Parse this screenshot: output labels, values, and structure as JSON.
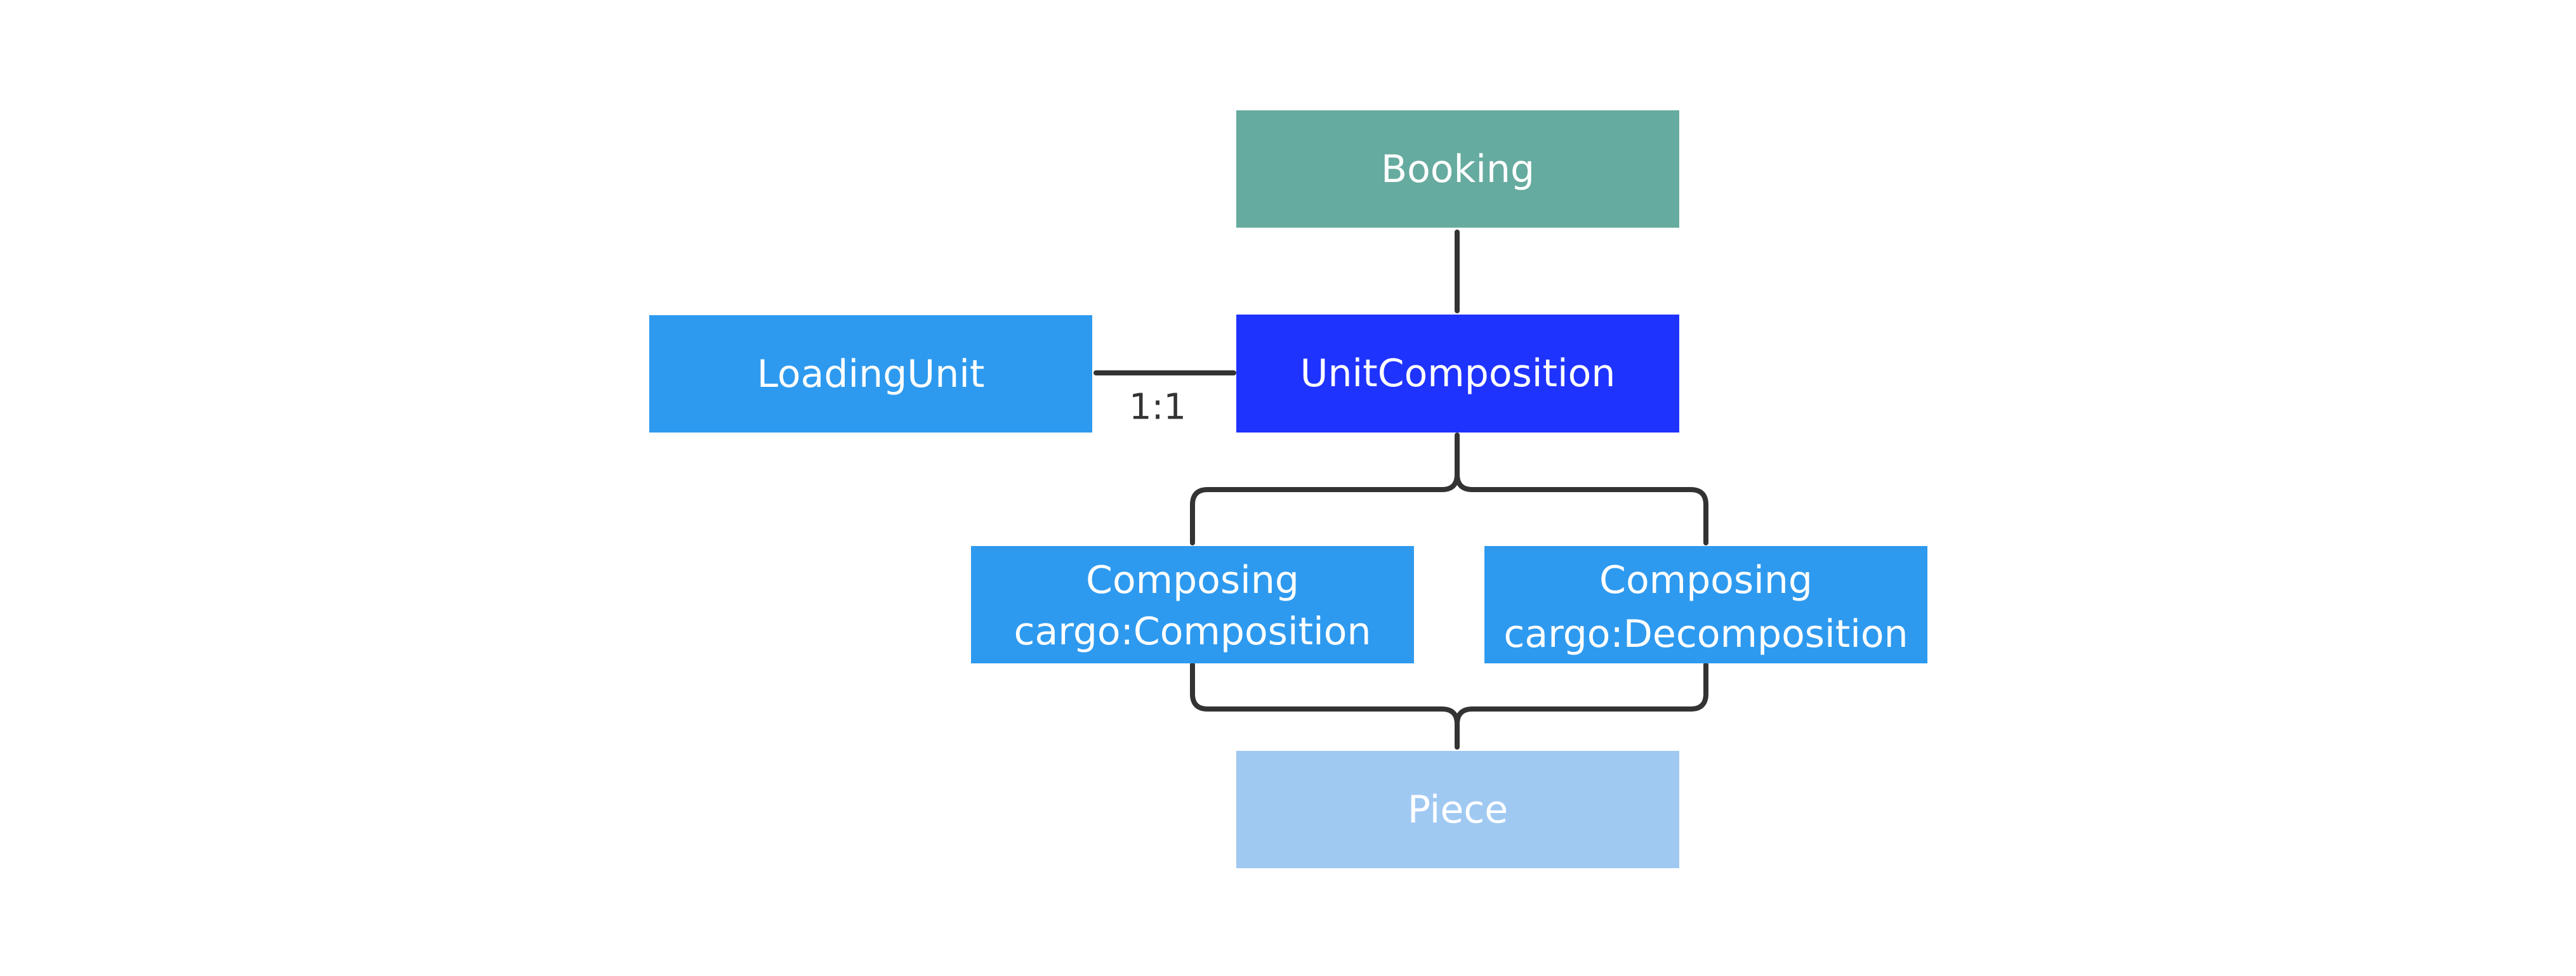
{
  "nodes": {
    "booking": {
      "label": "Booking",
      "color": "#66ab9f"
    },
    "unit_composition": {
      "label": "UnitComposition",
      "color": "#1f33ff"
    },
    "loading_unit": {
      "label": "LoadingUnit",
      "color": "#2e9aef"
    },
    "composing_composition": {
      "line1": "Composing",
      "line2": "cargo:Composition",
      "color": "#2e9aef"
    },
    "composing_decomposition": {
      "line1": "Composing",
      "line2": "cargo:Decomposition",
      "color": "#2e9aef"
    },
    "piece": {
      "label": "Piece",
      "color": "#a0c9f2"
    }
  },
  "edges": {
    "loading_unit_to_unit_composition": {
      "label": "1:1"
    }
  },
  "connector_color": "#333333"
}
